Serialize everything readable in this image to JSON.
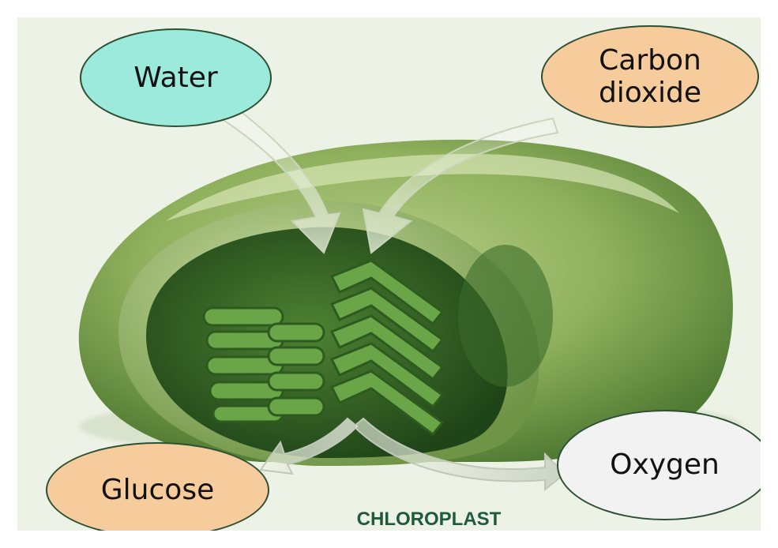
{
  "labels": {
    "water": "Water",
    "carbon_dioxide": "Carbon\ndioxide",
    "glucose": "Glucose",
    "oxygen": "Oxygen",
    "caption": "CHLOROPLAST"
  },
  "colors": {
    "background": "#edf2e6",
    "water_fill": "#9ceadb",
    "carbon_dioxide_fill": "#f7cc9c",
    "glucose_fill": "#f7cc9c",
    "oxygen_fill": "#f2f2f2",
    "bubble_border": "#2d4f33",
    "caption_text": "#1f5a3a",
    "chloroplast_outer": "#8fb05c",
    "chloroplast_inner": "#3f6e2a",
    "thylakoid": "#6aa548"
  },
  "icons": {
    "organelle": "chloroplast-illustration",
    "inputs": "arrow-icon",
    "outputs": "arrow-icon"
  }
}
